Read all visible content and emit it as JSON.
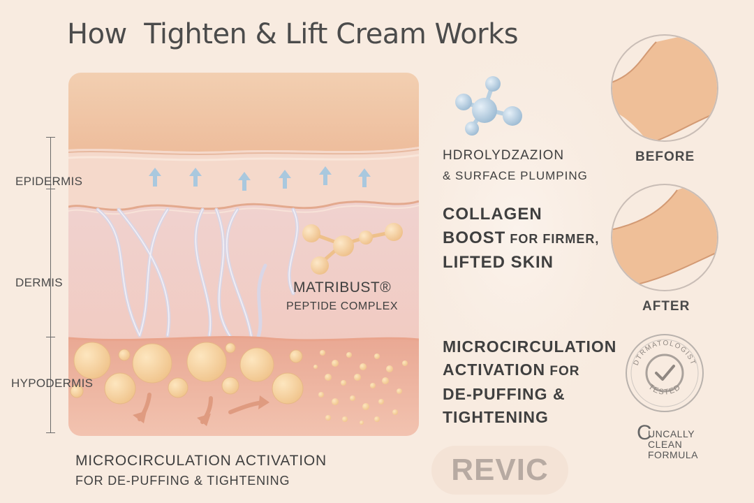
{
  "title": "How  Tighten & Lift Cream Works",
  "layers": {
    "epidermis": "EPIDERMIS",
    "dermis": "DERMIS",
    "hypodermis": "HYPODERMIS"
  },
  "peptide": {
    "name": "MATRIBUST®",
    "subtitle": "PEPTIDE COMPLEX"
  },
  "caption": {
    "line1": "MICROCIRCULATION ACTIVATION",
    "line2": "FOR DE-PUFFING & TIGHTENING"
  },
  "brand": "REVIC",
  "benefits": {
    "hydro_line1": "HDROLYDZAZION",
    "hydro_line2": "& SURFACE PLUMPING",
    "collagen_line1": "COLLAGEN",
    "collagen_boost": "BOOST",
    "collagen_for": " FOR FIRMER,",
    "collagen_line3": "LIFTED SKIN",
    "micro_line1": "MICROCIRCULATION",
    "micro_activation": "ACTIVATION",
    "micro_for": " FOR",
    "micro_line3": "DE-PUFFING &",
    "micro_line4": "TIGHTENING"
  },
  "before_after": {
    "before": "BEFORE",
    "after": "AFTER"
  },
  "badge": {
    "top_text": "DTRMATOLOGIST",
    "bottom_text": "TESTED",
    "icon": "checkmark-icon"
  },
  "clean_formula": {
    "line1": "UNCALLY",
    "line2": "CLEAN",
    "line3": "FORMULA"
  },
  "colors": {
    "background": "#f8ebe0",
    "skin_top": "#f0c9a8",
    "dermis": "#f2d2cc",
    "hypodermis": "#eab6a0",
    "molecule_blue": "#a9c6dc",
    "molecule_gold": "#f3c98f",
    "arrow_up": "#a9c8de",
    "arrow_down": "#df9a7e"
  }
}
